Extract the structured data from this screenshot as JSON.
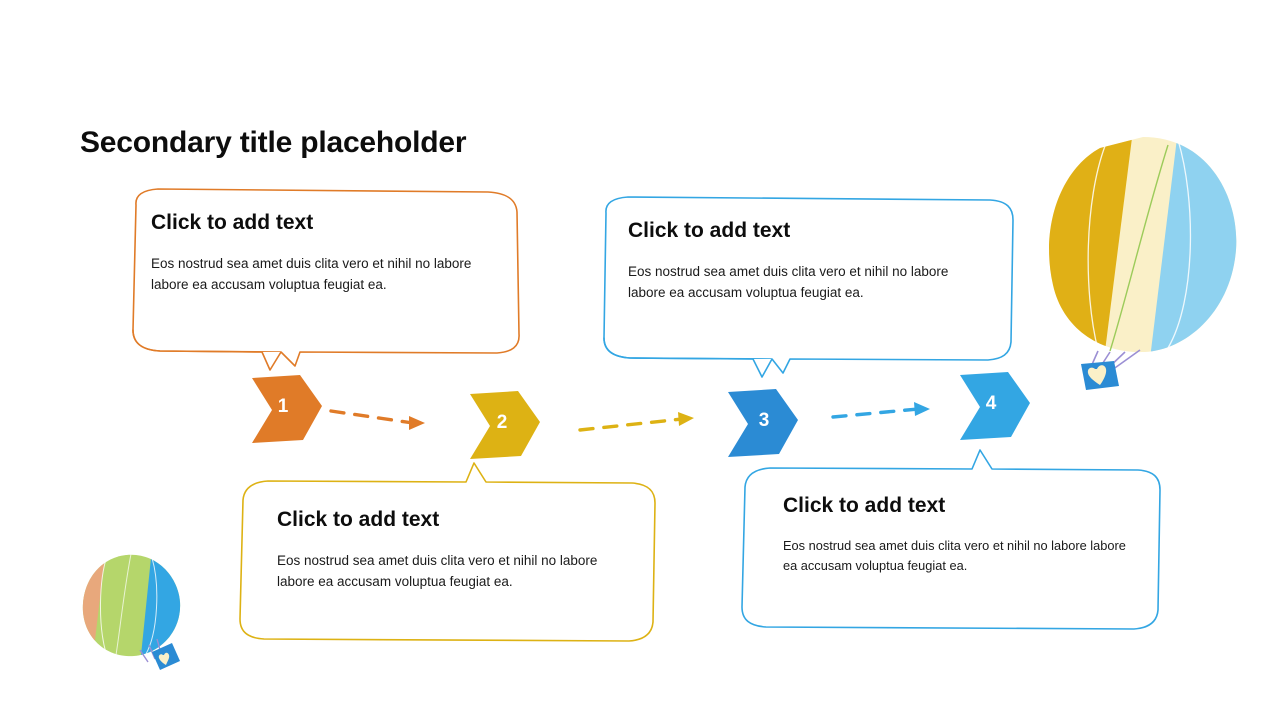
{
  "slide": {
    "title": "Secondary title placeholder",
    "background_color": "#FFFFFF"
  },
  "theme": {
    "orange": "#E07B28",
    "gold": "#DDB214",
    "blue_dark": "#2B8BD4",
    "blue_light": "#33A6E3",
    "text_dark": "#0D0D0D",
    "body_text": "#1A1A1A"
  },
  "steps": [
    {
      "number": "1",
      "color": "#E07B28",
      "heading": "Click to add text",
      "body": "Eos nostrud sea amet duis clita vero et nihil no labore labore ea accusam voluptua feugiat ea.",
      "position": "above"
    },
    {
      "number": "2",
      "color": "#DDB214",
      "heading": "Click to add text",
      "body": "Eos nostrud sea amet duis clita vero et nihil no labore labore ea accusam voluptua feugiat ea.",
      "position": "below"
    },
    {
      "number": "3",
      "color": "#2B8BD4",
      "heading": "Click to add text",
      "body": "Eos nostrud sea amet duis clita vero et nihil no labore labore ea accusam voluptua feugiat ea.",
      "position": "above"
    },
    {
      "number": "4",
      "color": "#33A6E3",
      "heading": "Click to add text",
      "body": "Eos nostrud sea amet duis clita vero et nihil no labore labore ea accusam voluptua feugiat ea.",
      "position": "below"
    }
  ],
  "connectors": [
    {
      "name": "connector-1-to-2",
      "color": "#E07B28",
      "style": "dashed-arrow"
    },
    {
      "name": "connector-2-to-3",
      "color": "#DDB214",
      "style": "dashed-arrow"
    },
    {
      "name": "connector-3-to-4",
      "color": "#33A6E3",
      "style": "dashed-arrow"
    }
  ],
  "decorations": [
    {
      "name": "hot-air-balloon-large",
      "panels": [
        "#E0B016",
        "#FAF0C8",
        "#8FD2F0"
      ],
      "basket_color": "#2B8BD4",
      "heart_color": "#FAF0C8",
      "rope_color": "#9B8FD4"
    },
    {
      "name": "hot-air-balloon-small",
      "panels": [
        "#E8A87C",
        "#B5D66B",
        "#33A6E3"
      ],
      "basket_color": "#2B8BD4",
      "heart_color": "#FAF0C8",
      "rope_color": "#9B8FD4"
    }
  ]
}
